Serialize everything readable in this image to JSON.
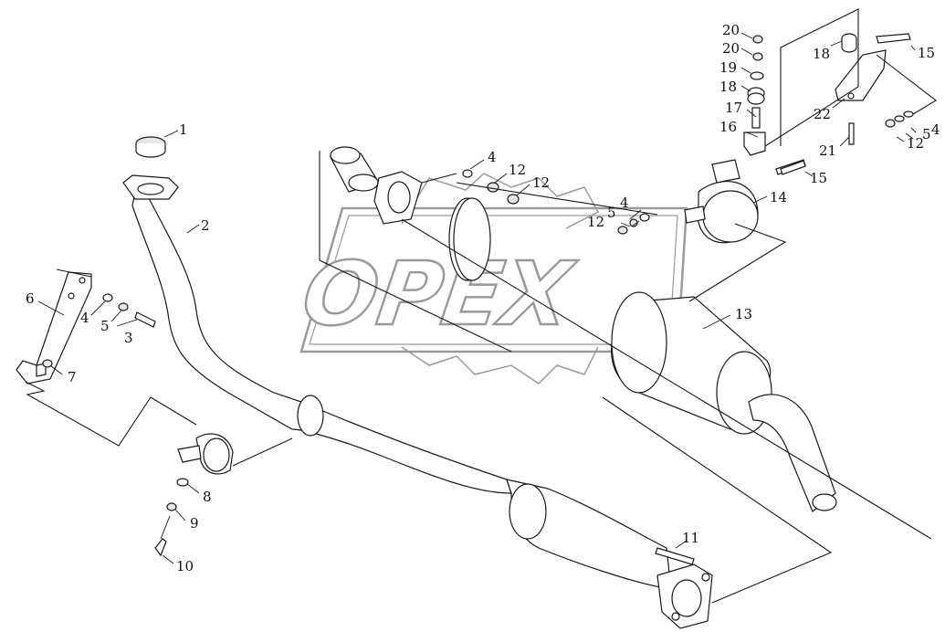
{
  "watermark": {
    "text": "OPEX",
    "color": "#9a9a9a"
  },
  "callouts": {
    "c1": "1",
    "c2": "2",
    "c3": "3",
    "c4a": "4",
    "c5a": "5",
    "c6": "6",
    "c7": "7",
    "c8": "8",
    "c9": "9",
    "c10": "10",
    "c11": "11",
    "c4b": "4",
    "c12a": "12",
    "c12b": "12",
    "c4c": "4",
    "c5b": "5",
    "c12c": "12",
    "c13": "13",
    "c14": "14",
    "c15a": "15",
    "c16": "16",
    "c17": "17",
    "c18a": "18",
    "c19": "19",
    "c20a": "20",
    "c20b": "20",
    "c18b": "18",
    "c15b": "15",
    "c22": "22",
    "c4d": "4",
    "c5c": "5",
    "c12d": "12",
    "c21": "21"
  },
  "colors": {
    "line": "#1a1a1a",
    "background": "#ffffff"
  }
}
